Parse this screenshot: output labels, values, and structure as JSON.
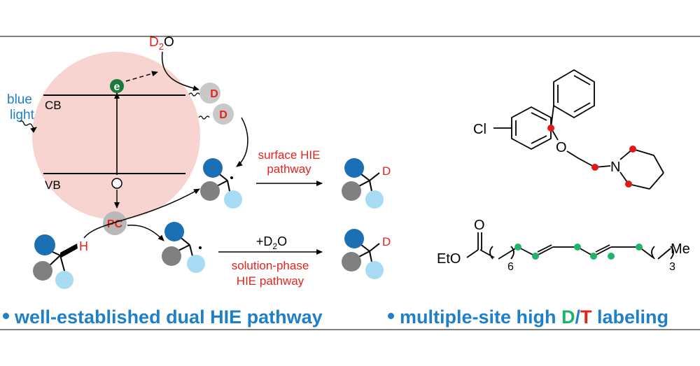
{
  "scheme": {
    "light_label_line1": "blue",
    "light_label_line2": "light",
    "cb_label": "CB",
    "vb_label": "VB",
    "electron_label": "e",
    "pc_label": "PC",
    "reagent": {
      "prefix": "D",
      "sub": "2",
      "suffix": "O"
    },
    "surface_d1": "D",
    "surface_d2": "D",
    "surface_path_line1": "surface HIE",
    "surface_path_line2": "pathway",
    "solution_reagent": {
      "prefix": "+D",
      "sub": "2",
      "suffix": "O"
    },
    "solution_path_line1": "solution-phase",
    "solution_path_line2": "HIE pathway",
    "h_label": "H",
    "product_d_upper": "D",
    "product_d_lower": "D"
  },
  "molecules": {
    "top": {
      "cl": "Cl",
      "o": "O",
      "n": "N"
    },
    "bottom": {
      "eto": "EtO",
      "o": "O",
      "sub6": "6",
      "sub3": "3",
      "me": "Me"
    }
  },
  "captions": {
    "left": "well-established dual HIE pathway",
    "right_prefix": "multiple-site high ",
    "right_d": "D",
    "right_slash": "/",
    "right_t": "T",
    "right_suffix": " labeling"
  },
  "colors": {
    "semiconductor": "#f8d4d0",
    "deuterium_red": "#e3241b",
    "label_green": "#1db36b",
    "electron_green": "#1a7a3a",
    "caption_blue": "#1f7fc8",
    "atom_blue": "#1b6fb4",
    "atom_gray": "#808080",
    "atom_lightblue": "#a8dcf4",
    "site_red": "#e01818",
    "site_green": "#22b36b"
  }
}
